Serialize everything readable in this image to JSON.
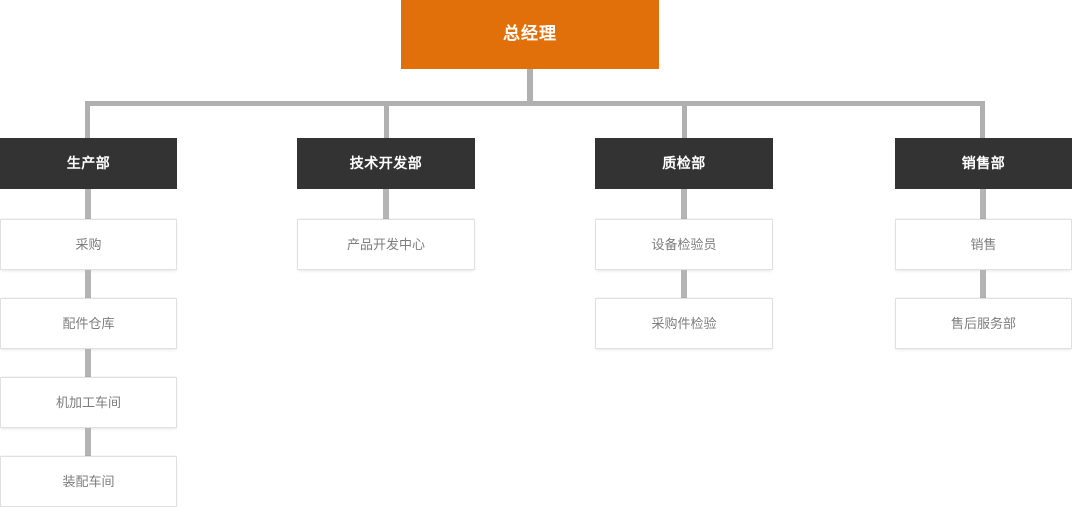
{
  "chart_data": {
    "type": "diagram",
    "diagram_kind": "organization-chart",
    "title": "",
    "orientation": "top-down",
    "levels": 3,
    "colors": {
      "root_background": "#e2700a",
      "root_text": "#ffffff",
      "department_background": "#333333",
      "department_text": "#ffffff",
      "unit_background": "#ffffff",
      "unit_text": "#7d7d7d",
      "unit_border": "#e0e0e0",
      "connector": "#b0b0b0",
      "canvas_background": "#ffffff"
    }
  },
  "root": {
    "label": "总经理"
  },
  "branches": [
    {
      "department": {
        "label": "生产部"
      },
      "units": [
        {
          "label": "采购"
        },
        {
          "label": "配件仓库"
        },
        {
          "label": "机加工车间"
        },
        {
          "label": "装配车间"
        }
      ]
    },
    {
      "department": {
        "label": "技术开发部"
      },
      "units": [
        {
          "label": "产品开发中心"
        }
      ]
    },
    {
      "department": {
        "label": "质检部"
      },
      "units": [
        {
          "label": "设备检验员"
        },
        {
          "label": "采购件检验"
        }
      ]
    },
    {
      "department": {
        "label": "销售部"
      },
      "units": [
        {
          "label": "销售"
        },
        {
          "label": "售后服务部"
        }
      ]
    }
  ]
}
